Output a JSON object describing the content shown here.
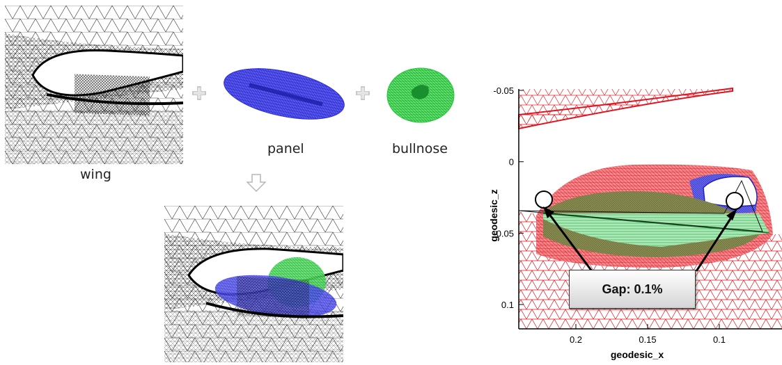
{
  "labels": {
    "wing": "wing",
    "panel": "panel",
    "bullnose": "bullnose"
  },
  "icons": [
    "plus-icon",
    "plus-icon",
    "arrow-down-icon"
  ],
  "colors": {
    "mesh": "#222222",
    "panel_mesh": "#2b2bdc",
    "bullnose_mesh": "#22c43a",
    "chart_mesh": "#e0141e",
    "op_icon": "#c8c8c8"
  },
  "chart": {
    "xlabel": "geodesic_x",
    "ylabel": "geodesic_z",
    "xticks": [
      "0.2",
      "0.15",
      "0.1"
    ],
    "yticks": [
      "-0.05",
      "0",
      "0.05",
      "0.1"
    ],
    "annotation": "Gap: 0.1%"
  },
  "chart_data": {
    "type": "other",
    "xlabel": "geodesic_x",
    "ylabel": "geodesic_z",
    "x_ticks": [
      0.2,
      0.15,
      0.1
    ],
    "y_ticks": [
      -0.05,
      0,
      0.05,
      0.1
    ],
    "x_reversed": true,
    "y_reversed": true,
    "annotation": "Gap: 0.1%"
  }
}
